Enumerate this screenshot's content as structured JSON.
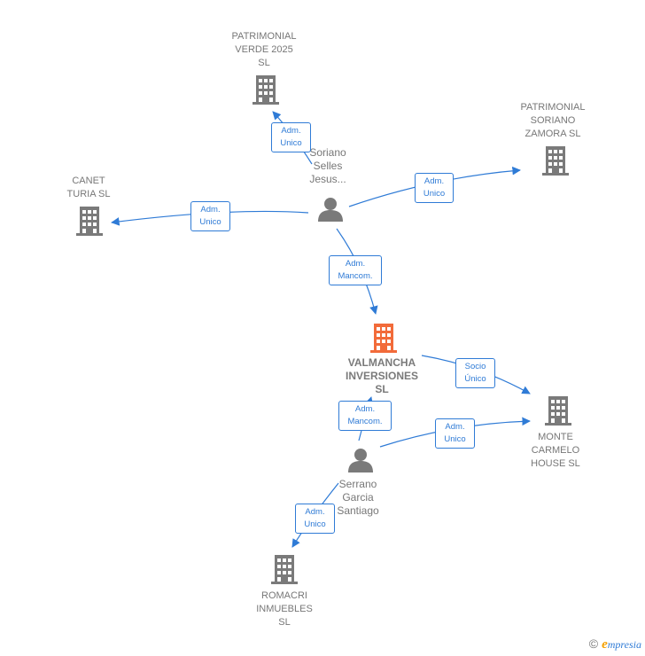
{
  "nodes": {
    "patrimonial_verde": {
      "label": "PATRIMONIAL\nVERDE 2025\nSL",
      "type": "company",
      "color": "#7a7a7a"
    },
    "patrimonial_soriano": {
      "label": "PATRIMONIAL\nSORIANO\nZAMORA SL",
      "type": "company",
      "color": "#7a7a7a"
    },
    "canet_turia": {
      "label": "CANET\nTURIA  SL",
      "type": "company",
      "color": "#7a7a7a"
    },
    "soriano_selles": {
      "label": "Soriano\nSelles\nJesus...",
      "type": "person",
      "color": "#7a7a7a"
    },
    "valmancha": {
      "label": "VALMANCHA\nINVERSIONES\nSL",
      "type": "company",
      "color": "#f26b3a"
    },
    "monte_carmelo": {
      "label": "MONTE\nCARMELO\nHOUSE  SL",
      "type": "company",
      "color": "#7a7a7a"
    },
    "serrano_garcia": {
      "label": "Serrano\nGarcia\nSantiago",
      "type": "person",
      "color": "#7a7a7a"
    },
    "romacri": {
      "label": "ROMACRI\nINMUEBLES\nSL",
      "type": "company",
      "color": "#7a7a7a"
    }
  },
  "edges": [
    {
      "from": "soriano_selles",
      "to": "patrimonial_verde",
      "label": "Adm.\nUnico"
    },
    {
      "from": "soriano_selles",
      "to": "patrimonial_soriano",
      "label": "Adm.\nUnico"
    },
    {
      "from": "soriano_selles",
      "to": "canet_turia",
      "label": "Adm.\nUnico"
    },
    {
      "from": "soriano_selles",
      "to": "valmancha",
      "label": "Adm.\nMancom."
    },
    {
      "from": "valmancha",
      "to": "monte_carmelo",
      "label": "Socio\nÚnico"
    },
    {
      "from": "serrano_garcia",
      "to": "valmancha",
      "label": "Adm.\nMancom."
    },
    {
      "from": "serrano_garcia",
      "to": "monte_carmelo",
      "label": "Adm.\nUnico"
    },
    {
      "from": "serrano_garcia",
      "to": "romacri",
      "label": "Adm.\nUnico"
    }
  ],
  "colors": {
    "edge": "#2f7bd6",
    "icon": "#7a7a7a",
    "highlight": "#f26b3a"
  },
  "footer": {
    "copyright": "©",
    "brand_initial": "e",
    "brand_rest": "mpresia"
  }
}
